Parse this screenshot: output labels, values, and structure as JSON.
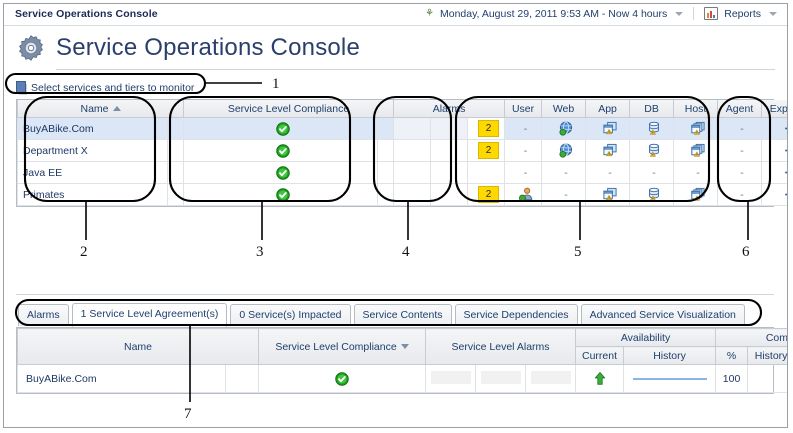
{
  "window": {
    "app_title": "Service Operations Console"
  },
  "header": {
    "page_title": "Service Operations Console",
    "gear_icon": "gear-icon",
    "time_range": "Monday, August 29, 2011 9:53 AM - Now 4 hours",
    "clock_icon": "clock-icon",
    "reports_label": "Reports",
    "reports_icon": "reports-chart-icon",
    "caret_icon": "chevron-down-icon"
  },
  "toolbar": {
    "select_label": "Select services and tiers to monitor",
    "select_icon": "services-selector-icon"
  },
  "top_grid": {
    "columns": {
      "name": "Name",
      "name_sort": "ascending",
      "compliance": "Service Level Compliance",
      "alarms": "Alarms",
      "tiers": [
        "User",
        "Web",
        "App",
        "DB",
        "Host",
        "Agent"
      ],
      "explore": "Explore"
    },
    "rows": [
      {
        "name": "BuyABike.Com",
        "selected": true,
        "compliance": "ok",
        "alarms": [
          "",
          "",
          "2"
        ],
        "tiers": {
          "User": "-",
          "Web": "globe",
          "App": "window",
          "DB": "database",
          "Host": "hosts",
          "Agent": "-"
        },
        "explore": "explore-icon"
      },
      {
        "name": "Department X",
        "selected": false,
        "compliance": "ok",
        "alarms": [
          "",
          "",
          "2"
        ],
        "tiers": {
          "User": "-",
          "Web": "globe",
          "App": "window",
          "DB": "database",
          "Host": "hosts",
          "Agent": "-"
        },
        "explore": "explore-icon"
      },
      {
        "name": "Java EE",
        "selected": false,
        "compliance": "ok",
        "alarms": [
          "",
          "",
          ""
        ],
        "tiers": {
          "User": "-",
          "Web": "-",
          "App": "-",
          "DB": "-",
          "Host": "-",
          "Agent": "-"
        },
        "explore": "explore-icon"
      },
      {
        "name": "Primates",
        "selected": false,
        "compliance": "ok",
        "alarms": [
          "",
          "",
          "2"
        ],
        "tiers": {
          "User": "person",
          "Web": "-",
          "App": "window",
          "DB": "database",
          "Host": "hosts",
          "Agent": "-"
        },
        "explore": "explore-icon"
      }
    ]
  },
  "bottom_panel": {
    "tabs": [
      {
        "label": "Alarms",
        "active": false
      },
      {
        "label": "1 Service Level Agreement(s)",
        "active": true
      },
      {
        "label": "0 Service(s) Impacted",
        "active": false
      },
      {
        "label": "Service Contents",
        "active": false
      },
      {
        "label": "Service Dependencies",
        "active": false
      },
      {
        "label": "Advanced Service Visualization",
        "active": false
      }
    ],
    "columns": {
      "name": "Name",
      "compliance": "Service Level Compliance",
      "compliance_sort": "descending",
      "sl_alarms": "Service Level Alarms",
      "availability": "Availability",
      "availability_current": "Current",
      "availability_history": "History",
      "compliance_group": "Compliance",
      "compliance_pct": "%",
      "compliance_history": "History"
    },
    "rows": [
      {
        "name": "BuyABike.Com",
        "compliance": "ok",
        "sl_alarms": [
          "",
          "",
          ""
        ],
        "availability_current": "up-arrow",
        "availability_history": "sparkline",
        "compliance_pct": "100",
        "compliance_history": "sparkline"
      }
    ]
  },
  "callouts": [
    {
      "n": "1"
    },
    {
      "n": "2"
    },
    {
      "n": "3"
    },
    {
      "n": "4"
    },
    {
      "n": "5"
    },
    {
      "n": "6"
    },
    {
      "n": "7"
    }
  ],
  "colors": {
    "accent": "#2b3f6b",
    "alarm_badge": "#ffd800",
    "ok_green": "#2fa32f",
    "sparkline": "#8ab4e8",
    "selected_row": "#dbe6f6"
  }
}
